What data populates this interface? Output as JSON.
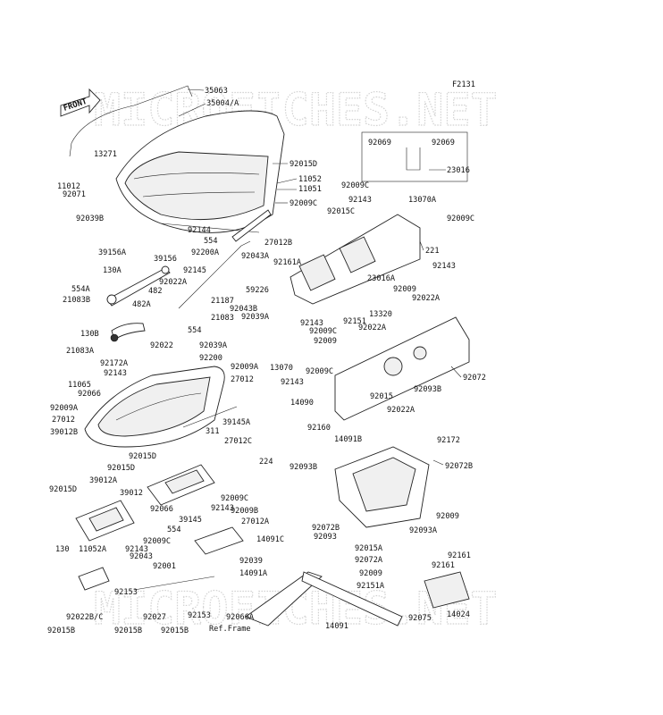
{
  "diagram": {
    "code": "F2131",
    "watermark": "MICROFICHES.NET",
    "front_label": "FRONT",
    "box_callouts": [
      "92069",
      "92069"
    ],
    "labels": [
      "35063",
      "35004/A",
      "13271",
      "11012",
      "92071",
      "92039B",
      "92015D",
      "11052",
      "11051",
      "92009C",
      "39156A",
      "39156",
      "92144",
      "554",
      "27012B",
      "92200A",
      "92043A",
      "92161A",
      "130A",
      "92145",
      "92022A",
      "554A",
      "21083B",
      "482",
      "21187",
      "92043B",
      "482A",
      "21083",
      "554",
      "130B",
      "92022",
      "92039A",
      "21083A",
      "92200",
      "92172A",
      "92009A",
      "92143",
      "27012",
      "11065",
      "92066",
      "92009A",
      "27012",
      "39012B",
      "39145A",
      "311",
      "27012C",
      "92015D",
      "92015D",
      "224",
      "92015D",
      "39012A",
      "39012",
      "92009C",
      "92066",
      "92143",
      "92009B",
      "39145",
      "27012A",
      "554",
      "92143",
      "92009C",
      "14091C",
      "130",
      "11052A",
      "92043",
      "92039",
      "92001",
      "14091A",
      "92153",
      "92027",
      "92153",
      "92022B/C",
      "92015B",
      "92015B",
      "92015B",
      "92066A",
      "Ref.Frame",
      "23016",
      "92009C",
      "92143",
      "13070A",
      "92009C",
      "92015C",
      "221",
      "92143",
      "59226",
      "23016A",
      "92009",
      "92022A",
      "13320",
      "92143",
      "92151",
      "92009C",
      "92022A",
      "92039A",
      "92009",
      "13070",
      "92009C",
      "92143",
      "92072",
      "14090",
      "92015",
      "92093B",
      "92022A",
      "92160",
      "14091B",
      "92172",
      "92072B",
      "92093B",
      "92009",
      "92072B",
      "92093",
      "92093A",
      "92015A",
      "92161",
      "92072A",
      "92161",
      "92009",
      "92151A",
      "92075",
      "14024",
      "14091"
    ]
  }
}
